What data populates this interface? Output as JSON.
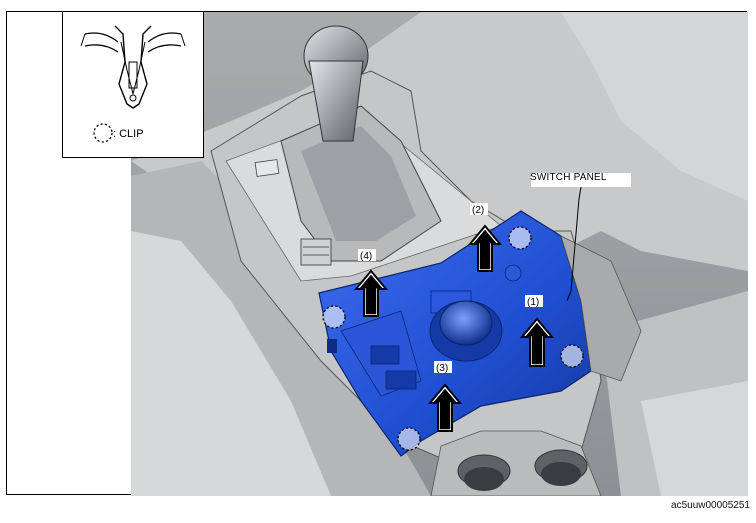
{
  "legend": {
    "text": ": CLIP"
  },
  "callout": {
    "switch_panel": "SWITCH PANEL"
  },
  "steps": [
    "(1)",
    "(2)",
    "(3)",
    "(4)"
  ],
  "figure_code": "ac5uuw00005251",
  "colors": {
    "panel_blue": "#1f4fd0",
    "arrow": "#000000"
  }
}
